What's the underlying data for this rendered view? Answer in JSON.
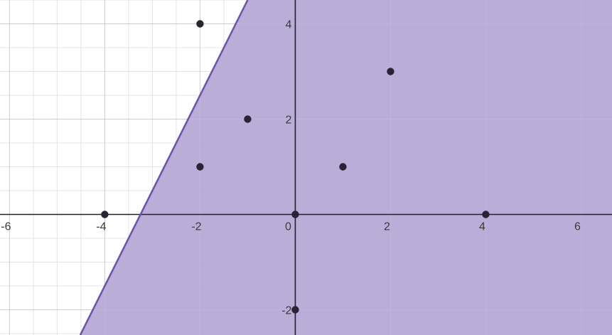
{
  "chart_data": {
    "type": "scatter",
    "title": "",
    "xlabel": "",
    "ylabel": "",
    "xlim": [
      -6.2,
      6.65
    ],
    "ylim": [
      -2.53,
      4.5
    ],
    "grid": true,
    "minor_grid_step": 0.5,
    "major_grid_step": 2,
    "x_ticks": [
      -6,
      -4,
      -2,
      0,
      2,
      4,
      6
    ],
    "x_tick_labels": [
      "-6",
      "-4",
      "-2",
      "0",
      "2",
      "4",
      "6"
    ],
    "y_ticks": [
      -2,
      2,
      4
    ],
    "y_tick_labels": [
      "-2",
      "2",
      "4"
    ],
    "shaded_region": {
      "inequality": "y <= 2x + 6.5",
      "boundary": {
        "slope": 2,
        "intercept": 6.5,
        "style": "solid"
      },
      "fill_color": "#b4a7d6",
      "line_color": "#6a53a8"
    },
    "points": [
      {
        "x": -2,
        "y": 4
      },
      {
        "x": -1,
        "y": 2
      },
      {
        "x": 2,
        "y": 3
      },
      {
        "x": -2,
        "y": 1
      },
      {
        "x": 1,
        "y": 1
      },
      {
        "x": -4,
        "y": 0
      },
      {
        "x": 0,
        "y": 0
      },
      {
        "x": 4,
        "y": 0
      },
      {
        "x": 0,
        "y": -2
      }
    ],
    "point_color": "#2b2235",
    "axis_color": "#222222",
    "grid_minor_color": "#e4e4e4",
    "grid_major_color": "#bdbdbd"
  }
}
